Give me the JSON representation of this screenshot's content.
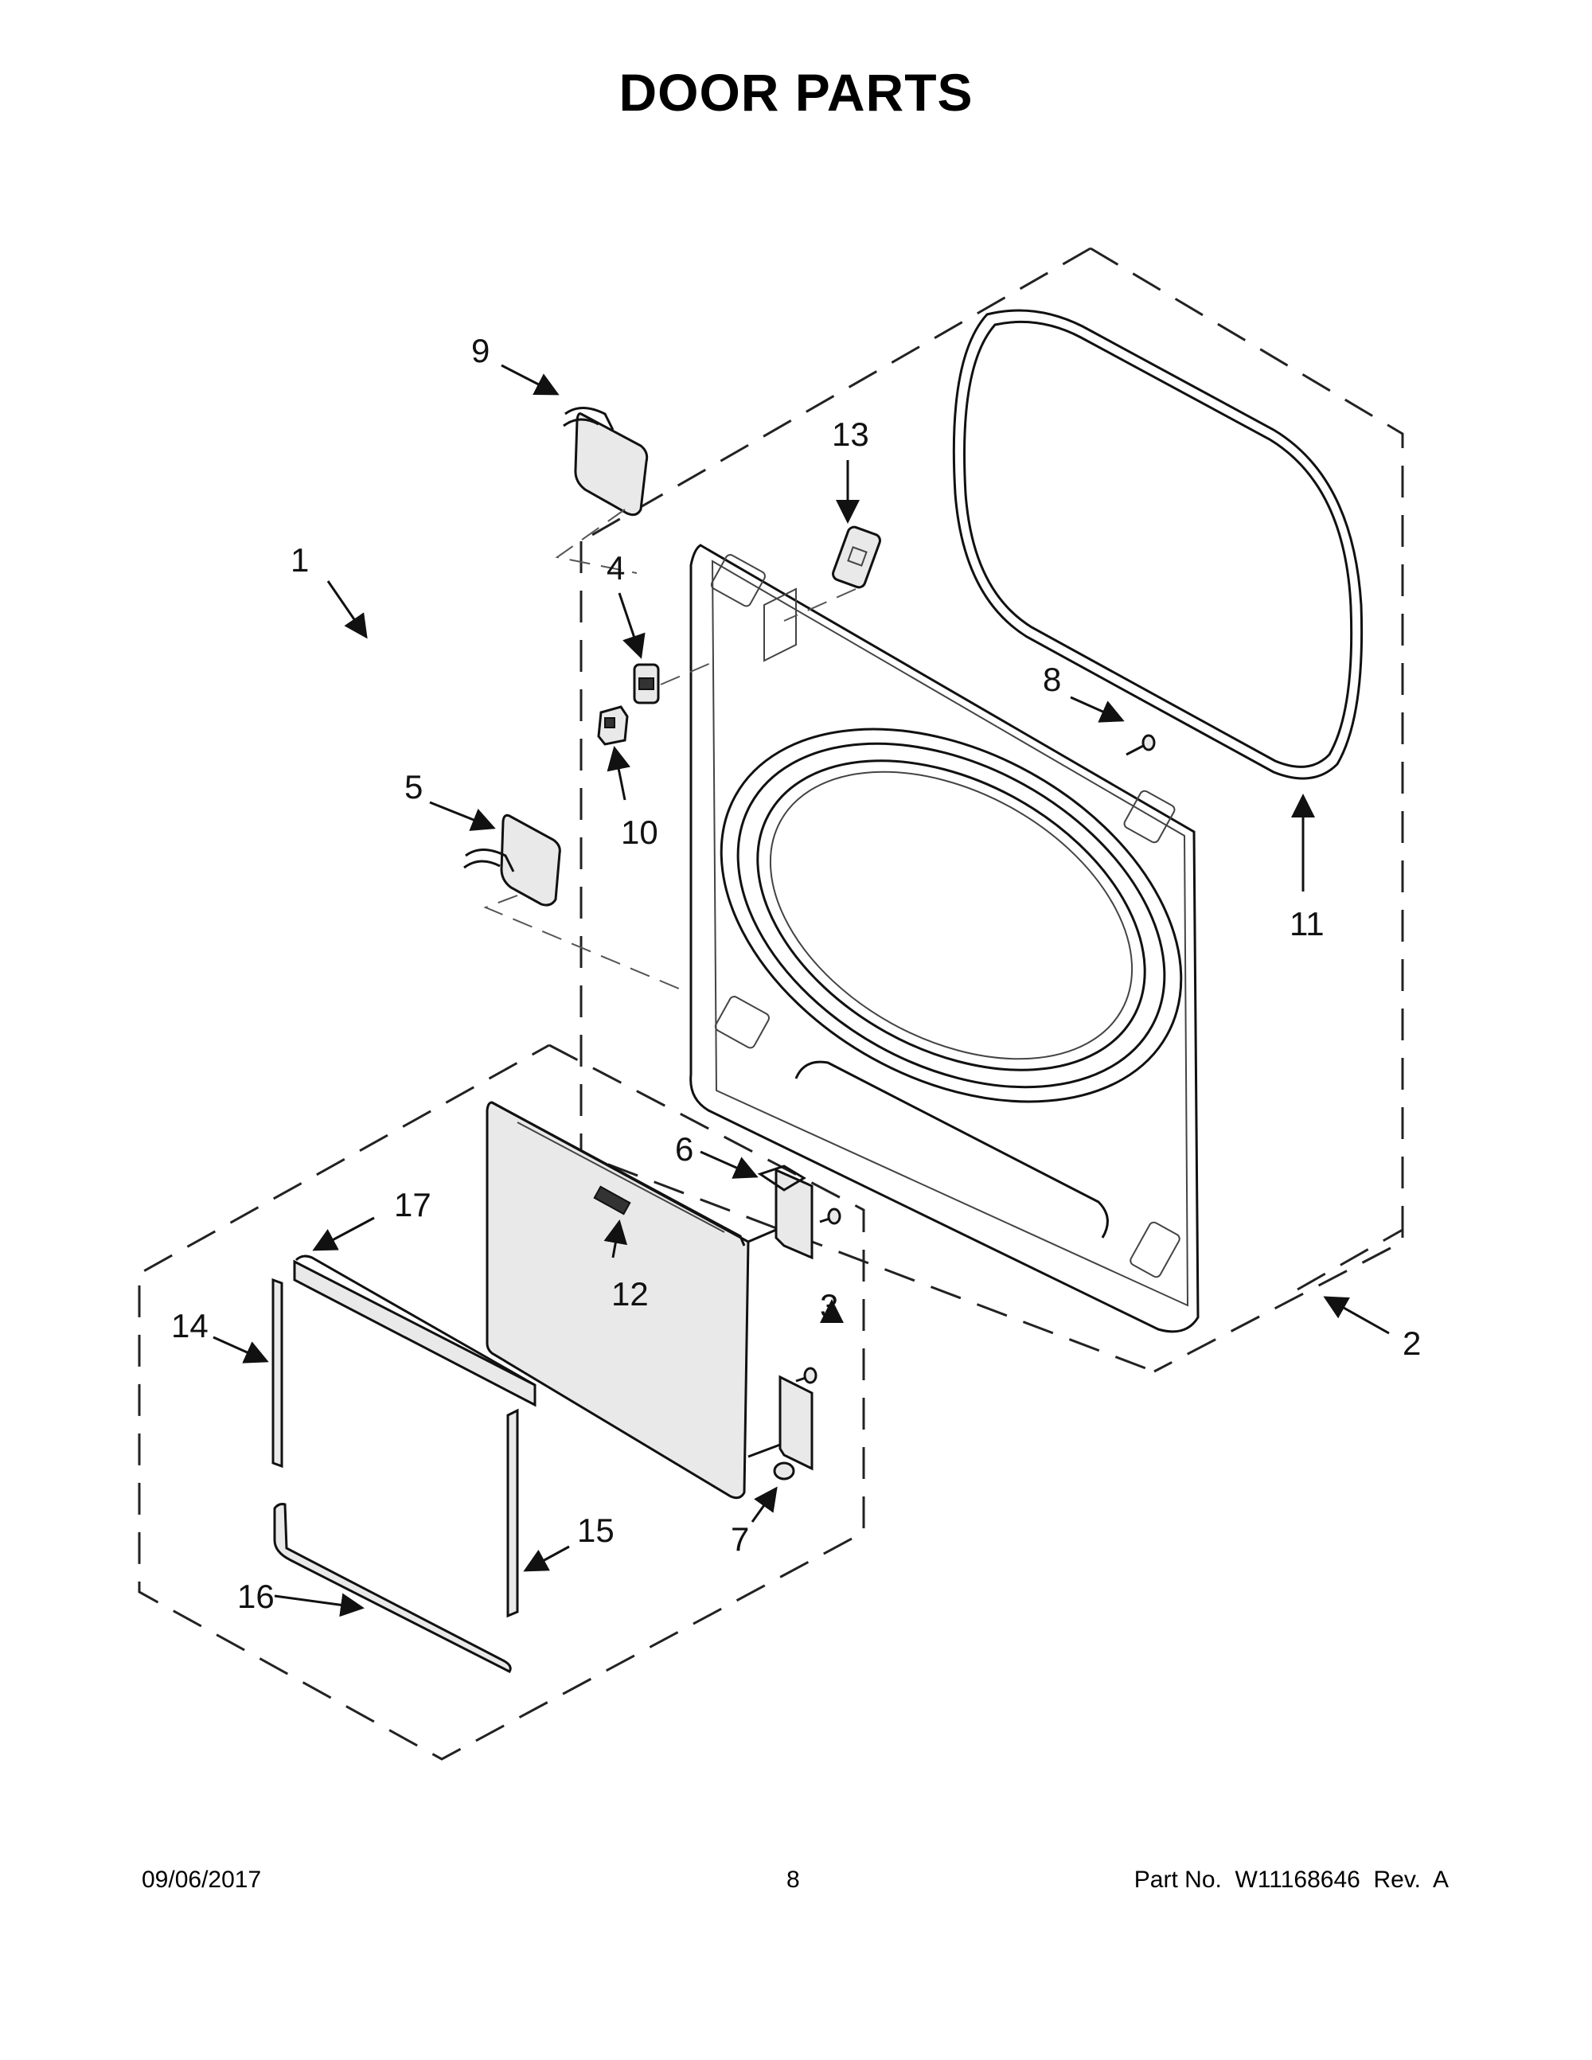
{
  "title": "DOOR PARTS",
  "callouts": {
    "c1": "1",
    "c2": "2",
    "c3": "3",
    "c4": "4",
    "c5": "5",
    "c6": "6",
    "c7": "7",
    "c8": "8",
    "c9": "9",
    "c10": "10",
    "c11": "11",
    "c12": "12",
    "c13": "13",
    "c14": "14",
    "c15": "15",
    "c16": "16",
    "c17": "17"
  },
  "footer": {
    "date": "09/06/2017",
    "page": "8",
    "part": "Part No.  W11168646  Rev.  A"
  }
}
